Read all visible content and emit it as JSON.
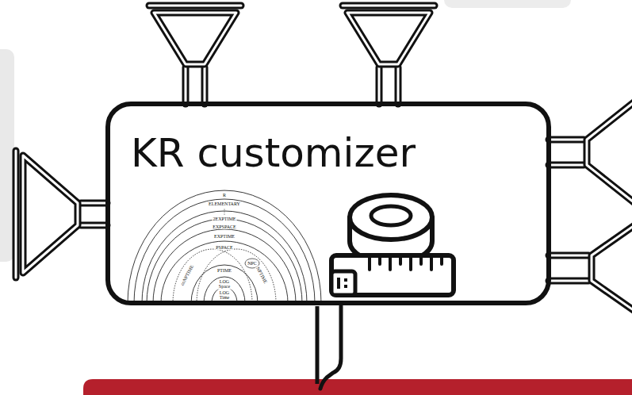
{
  "diagram": {
    "nodes": [
      {
        "text": [
          "KR customizer"
        ]
      }
    ],
    "labels": [
      "R",
      "ELEMENTARY",
      "2EXPTIME",
      "EXPSPACE",
      "EXPTIME",
      "PSPACE",
      "NPC",
      "coNPTIME",
      "NPTIME",
      "PTIME",
      "LOG Space",
      "LOG Time"
    ]
  }
}
